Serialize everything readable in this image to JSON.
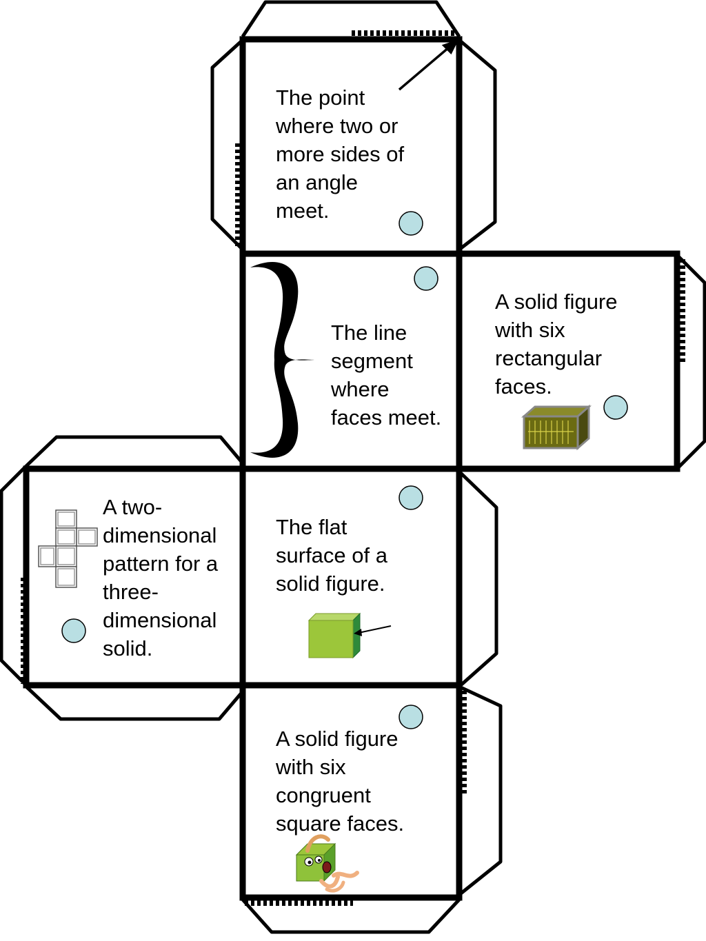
{
  "faces": {
    "vertex": {
      "lines": [
        "The point",
        "where two or",
        "more sides of",
        "an angle",
        "meet."
      ]
    },
    "edge": {
      "lines": [
        "The line",
        "segment",
        "where",
        "faces meet."
      ]
    },
    "rectangular_prism": {
      "lines": [
        "A solid figure",
        "with six",
        "rectangular",
        "faces."
      ]
    },
    "net": {
      "lines": [
        "A two-",
        "dimensional",
        "pattern for a",
        "three-",
        "dimensional",
        "solid."
      ]
    },
    "face": {
      "lines": [
        "The flat",
        "surface of a",
        "solid figure."
      ]
    },
    "cube": {
      "lines": [
        "A solid figure",
        "with six",
        "congruent",
        "square faces."
      ]
    }
  },
  "colors": {
    "outline": "#000000",
    "dot": "#b9dfe3",
    "cube_light": "#9cc63a",
    "cube_dark": "#2f8a3a",
    "prism_fill": "#6b6b12"
  },
  "icons": [
    "arrow-icon",
    "curly-brace-icon",
    "prism-icon",
    "net-icon",
    "cube-icon",
    "cube-character-icon"
  ]
}
